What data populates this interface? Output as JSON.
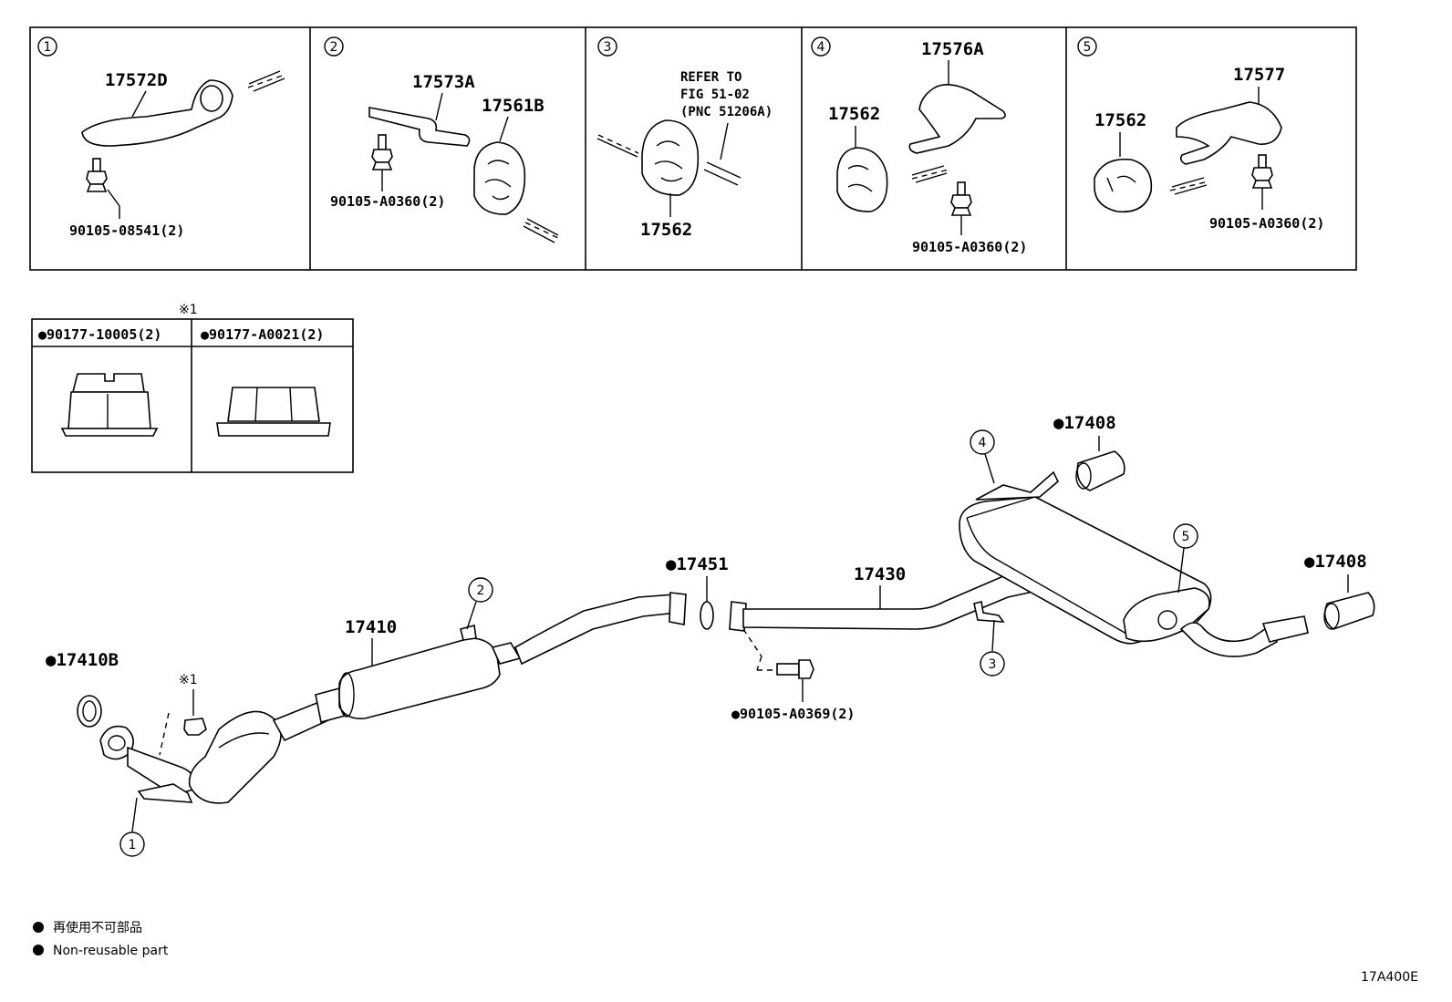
{
  "panels": [
    {
      "num": "1",
      "parts": [
        "17572D",
        "90105-08541(2)"
      ]
    },
    {
      "num": "2",
      "parts": [
        "17573A",
        "17561B",
        "90105-A0360(2)"
      ]
    },
    {
      "num": "3",
      "refer": [
        "REFER TO",
        "FIG 51-02",
        "(PNC 51206A)"
      ],
      "parts": [
        "17562"
      ]
    },
    {
      "num": "4",
      "parts": [
        "17576A",
        "17562",
        "90105-A0360(2)"
      ]
    },
    {
      "num": "5",
      "parts": [
        "17577",
        "17562",
        "90105-A0360(2)"
      ]
    }
  ],
  "nut_table": {
    "note_mark": "※1",
    "col1": "●90177-10005(2)",
    "col2": "●90177-A0021(2)"
  },
  "main": {
    "p17410B": "●17410B",
    "note1": "※1",
    "p17410": "17410",
    "p17451": "●17451",
    "p17430": "17430",
    "p17408a": "●17408",
    "p17408b": "●17408",
    "bolt": "●90105-A0369(2)",
    "callouts": [
      "1",
      "2",
      "3",
      "4",
      "5"
    ]
  },
  "legend": {
    "jp": "再使用不可部品",
    "en": "Non-reusable part"
  },
  "figure_code": "17A400E"
}
